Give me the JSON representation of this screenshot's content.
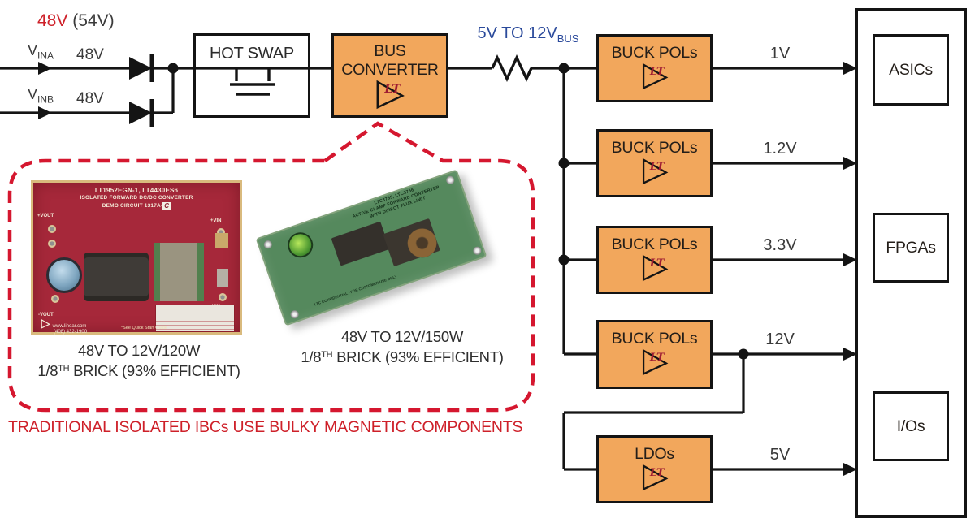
{
  "colors": {
    "block_orange": "#F2A75C",
    "accent_red": "#CE2029",
    "dashed_red": "#D5172F",
    "bus_blue": "#2B4A9B",
    "board1_red": "#A6283A",
    "board2_green": "#55895D",
    "wire_black": "#141414"
  },
  "rail": {
    "red": "48V",
    "nominal": "(54V)"
  },
  "inputs": [
    {
      "v": "V",
      "sub": "INA",
      "value": "48V"
    },
    {
      "v": "V",
      "sub": "INB",
      "value": "48V"
    }
  ],
  "hot_swap": {
    "label": "HOT SWAP"
  },
  "bus_converter": {
    "line1": "BUS",
    "line2": "CONVERTER"
  },
  "bus_rail": {
    "text": "5V TO 12V",
    "sub": "BUS"
  },
  "logo": {
    "text": "LT"
  },
  "pols": [
    {
      "label": "BUCK POLs",
      "output": "1V"
    },
    {
      "label": "BUCK POLs",
      "output": "1.2V"
    },
    {
      "label": "BUCK POLs",
      "output": "3.3V"
    },
    {
      "label": "BUCK POLs",
      "output": "12V"
    },
    {
      "label": "LDOs",
      "output": "5V"
    }
  ],
  "loads": [
    {
      "label": "ASICs"
    },
    {
      "label": "FPGAs"
    },
    {
      "label": "I/Os"
    }
  ],
  "callout": {
    "note": "TRADITIONAL ISOLATED IBCs USE BULKY MAGNETIC COMPONENTS",
    "board1": {
      "title": "LT1952EGN-1, LT4430ES6",
      "subtitle": "ISOLATED FORWARD DC/DC CONVERTER",
      "demo": "DEMO CIRCUIT 1317A-",
      "rev": "C",
      "pad_vout_pos": "+VOUT",
      "pad_vout_neg": "-VOUT",
      "pad_vin_pos": "+VIN",
      "pad_vin_neg": "-VIN",
      "url": "www.linear.com",
      "phone": "(408) 432-1900",
      "note": "*See Quick Start Guide",
      "caption_line1": "48V TO 12V/120W",
      "caption_frac": "1/8",
      "caption_sup": "TH",
      "caption_rest": " BRICK (93% EFFICIENT)"
    },
    "board2": {
      "title": "LTC3765, LTC3766",
      "subtitle": "ACTIVE CLAMP FORWARD CONVERTER",
      "subtitle2": "WITH DIRECT FLUX LIMIT",
      "confidential": "LTC CONFIDENTIAL - FOR CUSTOMER USE ONLY",
      "caption_line1": "48V TO 12V/150W",
      "caption_frac": "1/8",
      "caption_sup": "TH",
      "caption_rest": " BRICK (93% EFFICIENT)"
    }
  }
}
